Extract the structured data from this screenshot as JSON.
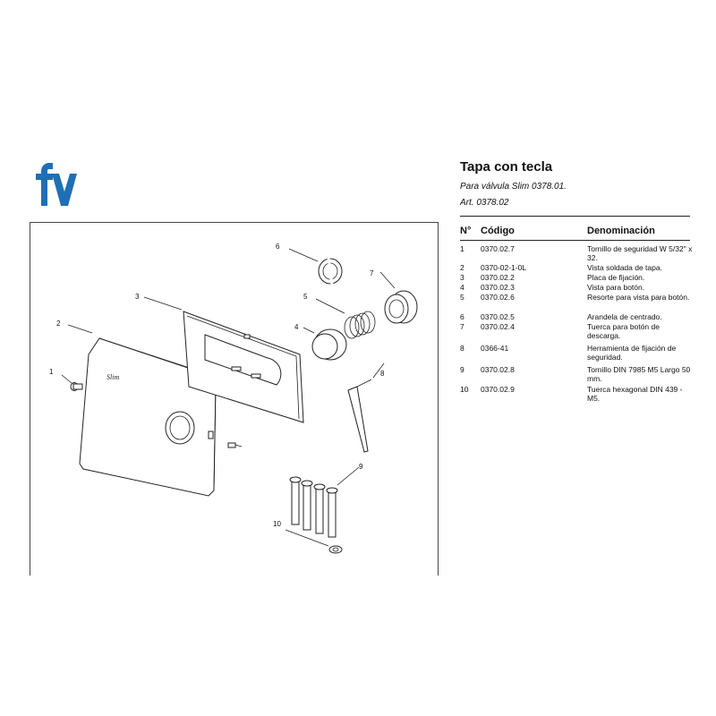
{
  "header": {
    "title": "Tapa con tecla",
    "subtitle": "Para válvula Slim 0378.01.",
    "article": "Art. 0378.02"
  },
  "brand": {
    "logo_text": "fv",
    "color": "#1f6fb5"
  },
  "drawing": {
    "plate_label": "Slim",
    "callouts": [
      "1",
      "2",
      "3",
      "4",
      "5",
      "6",
      "7",
      "8",
      "9",
      "10"
    ]
  },
  "table": {
    "headers": {
      "no": "N°",
      "code": "Código",
      "name": "Denominación"
    },
    "rows": [
      {
        "no": "1",
        "code": "0370.02.7",
        "name": "Tornillo de seguridad W 5/32\" x 32."
      },
      {
        "no": "2",
        "code": "0370-02-1-0L",
        "name": "Vista soldada de tapa."
      },
      {
        "no": "3",
        "code": "0370.02.2",
        "name": "Placa de fijación."
      },
      {
        "no": "4",
        "code": "0370.02.3",
        "name": "Vista para botón."
      },
      {
        "no": "5",
        "code": "0370.02.6",
        "name": "Resorte para vista para botón."
      },
      {
        "no": "6",
        "code": "0370.02.5",
        "name": "Arandela de centrado."
      },
      {
        "no": "7",
        "code": "0370.02.4",
        "name": "Tuerca para botón de descarga."
      },
      {
        "no": "8",
        "code": "0366-41",
        "name": "Herramienta de fijación de seguridad."
      },
      {
        "no": "9",
        "code": "0370.02.8",
        "name": "Tornillo DIN 7985 M5 Largo 50 mm."
      },
      {
        "no": "10",
        "code": "0370.02.9",
        "name": "Tuerca hexagonal DIN 439 - M5."
      }
    ]
  }
}
